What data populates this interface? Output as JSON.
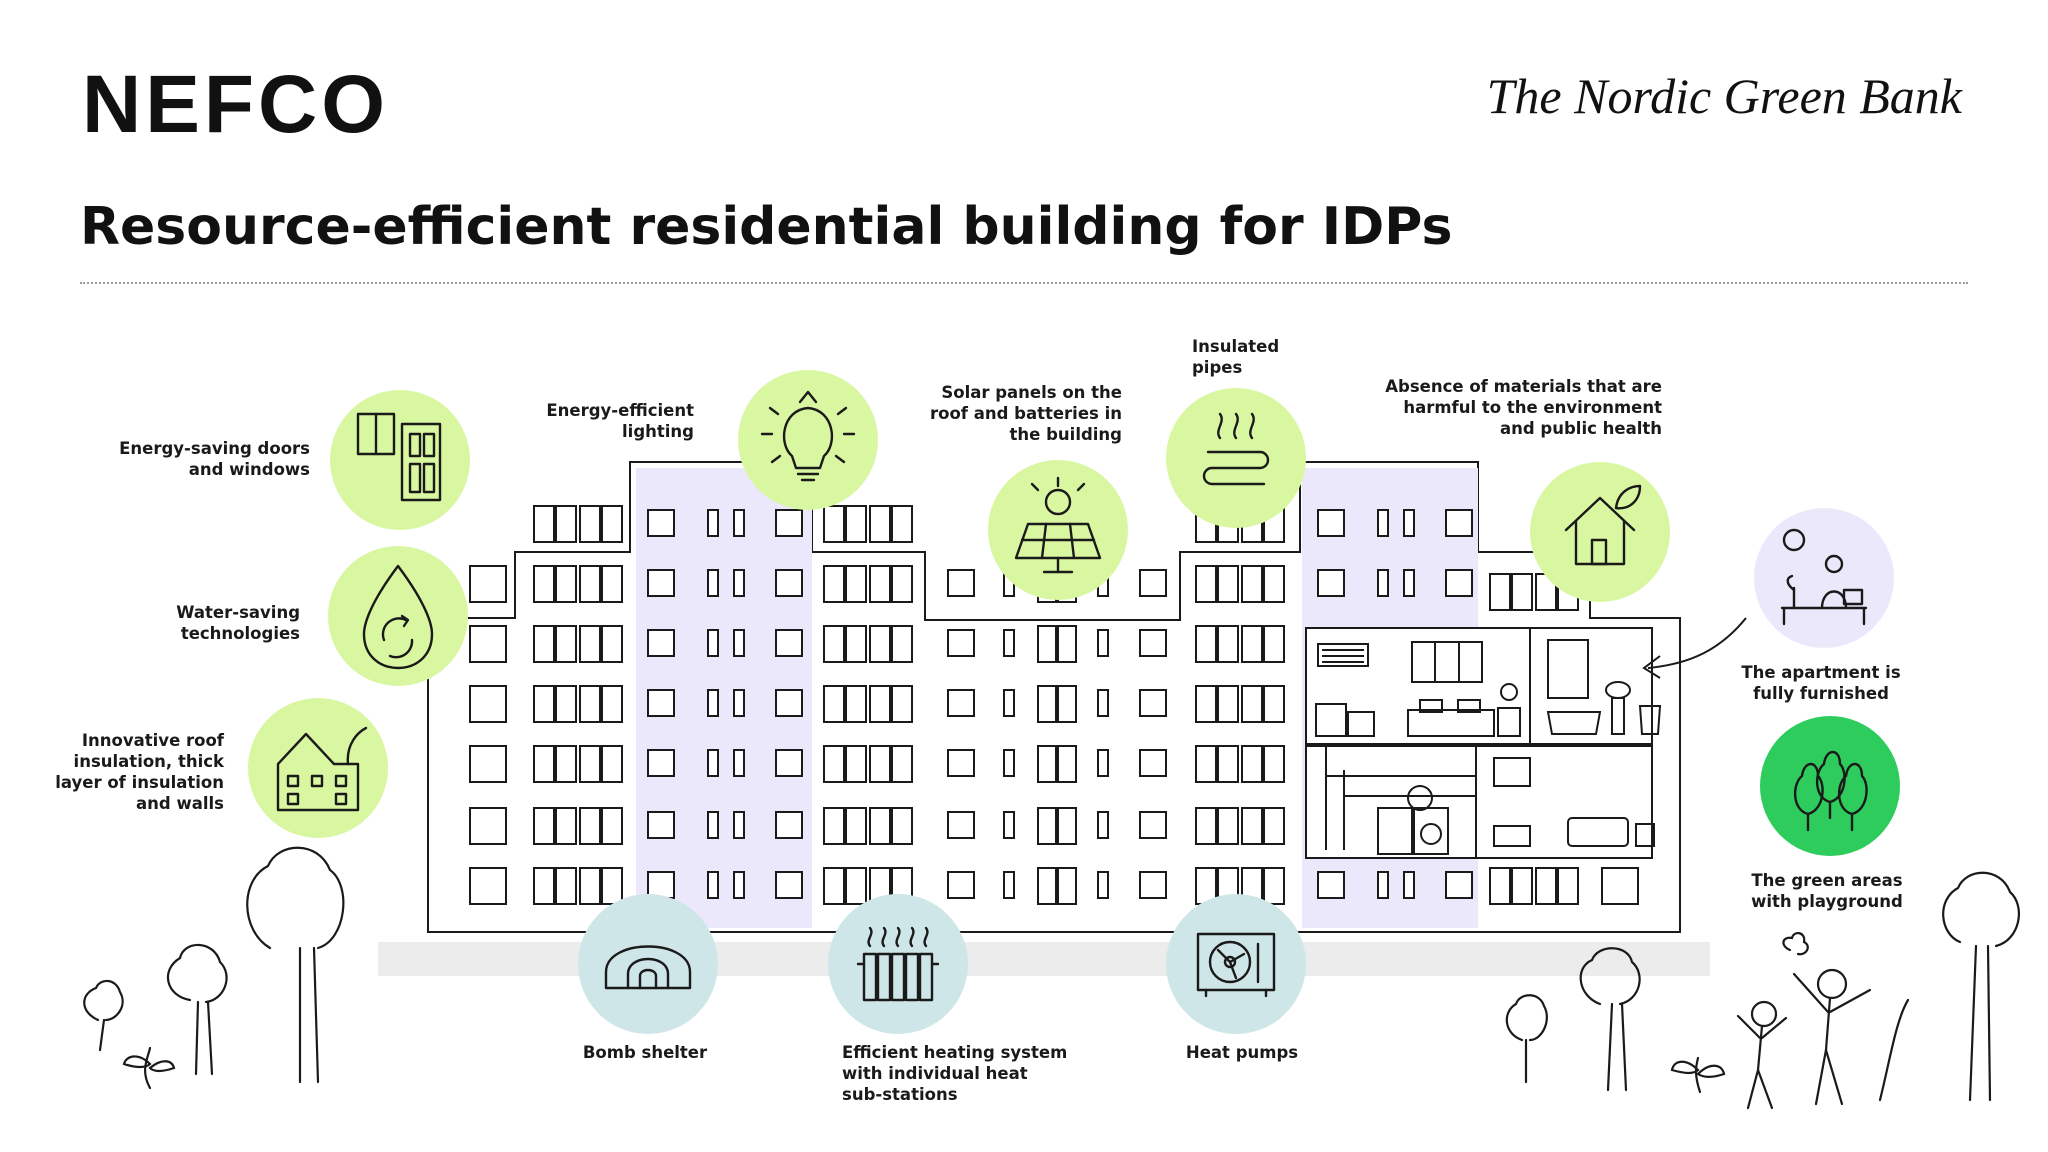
{
  "header": {
    "logo": "NEFCO",
    "tagline": "The Nordic Green Bank",
    "title": "Resource-efficient residential building for IDPs"
  },
  "labels": {
    "doors_windows": "Energy-saving doors\nand windows",
    "water_saving": "Water-saving\ntechnologies",
    "roof_insulation": "Innovative roof\ninsulation, thick\nlayer of insulation\nand walls",
    "lighting": "Energy-efficient\nlighting",
    "solar": "Solar panels on the\nroof and batteries in\nthe building",
    "pipes": "Insulated\npipes",
    "materials": "Absence of materials that are\nharmful to the environment\nand public health",
    "furnished": "The apartment is\nfully furnished",
    "green_areas": "The green areas\nwith playground",
    "bomb_shelter": "Bomb shelter",
    "heating": "Efficient heating system\nwith individual heat\nsub-stations",
    "heat_pumps": "Heat pumps"
  },
  "colors": {
    "lime": "#d9f7a0",
    "green": "#2ecc5c",
    "teal": "#cfe6e8",
    "lavender": "#ebe8fb",
    "ink": "#1a1a1a",
    "ground": "#ececec"
  }
}
